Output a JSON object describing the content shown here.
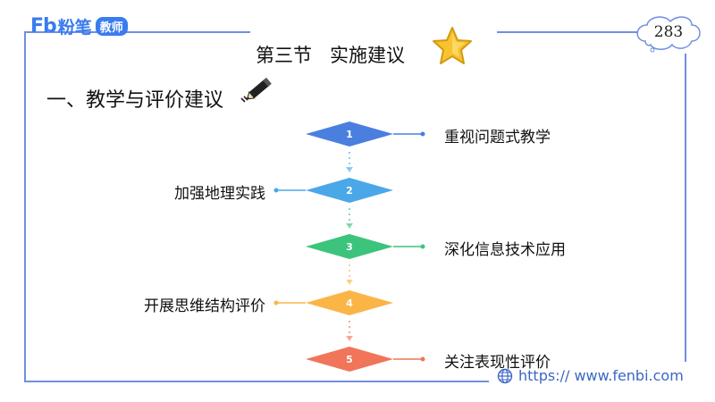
{
  "brand": {
    "mark": "Fb",
    "name": "粉笔",
    "tag": "教师",
    "color": "#3a7bf0"
  },
  "slide": {
    "section_title": "第三节   实施建议",
    "heading": "一、教学与评价建议",
    "page_number": "283"
  },
  "flow": {
    "steps": [
      {
        "num": "1",
        "label": "重视问题式教学",
        "side": "right",
        "color": "#4a7fe0"
      },
      {
        "num": "2",
        "label": "加强地理实践",
        "side": "left",
        "color": "#4aa8e8"
      },
      {
        "num": "3",
        "label": "深化信息技术应用",
        "side": "right",
        "color": "#3cc47c"
      },
      {
        "num": "4",
        "label": "开展思维结构评价",
        "side": "left",
        "color": "#fbb547"
      },
      {
        "num": "5",
        "label": "关注表现性评价",
        "side": "right",
        "color": "#f0755a"
      }
    ]
  },
  "footer": {
    "url": "https:// www.fenbi.com"
  },
  "icons": [
    "star-icon",
    "pencil-icon",
    "globe-icon"
  ]
}
